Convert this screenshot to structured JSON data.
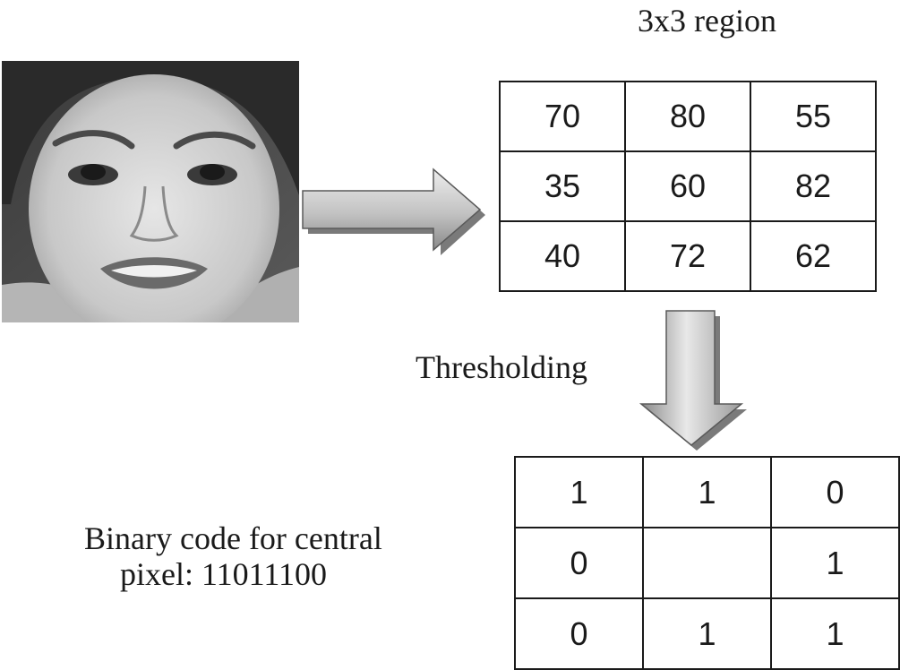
{
  "region_title": "3x3 region",
  "threshold_label": "Thresholding",
  "binary_caption": {
    "line1": "Binary code for central",
    "line2": "pixel: 11011100"
  },
  "pixel_grid": [
    [
      "70",
      "80",
      "55"
    ],
    [
      "35",
      "60",
      "82"
    ],
    [
      "40",
      "72",
      "62"
    ]
  ],
  "binary_grid": [
    [
      "1",
      "1",
      "0"
    ],
    [
      "0",
      "",
      "1"
    ],
    [
      "0",
      "1",
      "1"
    ]
  ],
  "icons": {
    "face": "face-photo-icon",
    "right_arrow": "arrow-right-icon",
    "down_arrow": "arrow-down-icon"
  },
  "colors": {
    "ink": "#1a1a1a",
    "arrow_fill_light": "#d9d9d9",
    "arrow_fill_dark": "#8a8a8a",
    "arrow_shadow": "#7a7a7a"
  }
}
